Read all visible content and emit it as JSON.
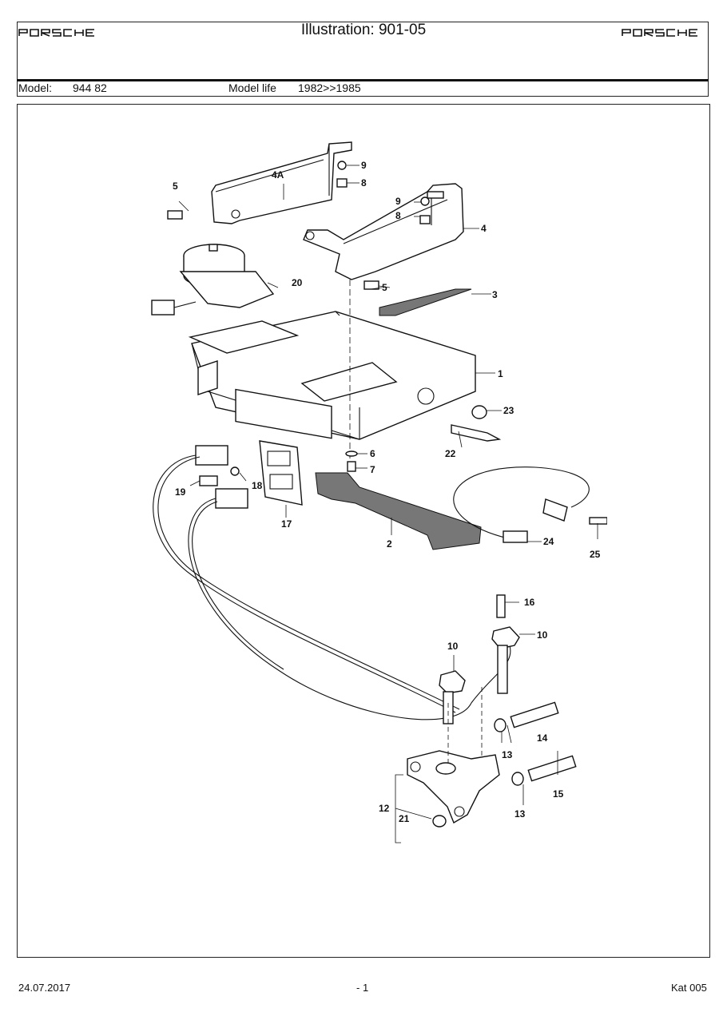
{
  "header": {
    "brand_left": "PORSCHE",
    "brand_right": "PORSCHE",
    "title": "Illustration: 901-05",
    "model_label": "Model:",
    "model_value": "944 82",
    "model_life_label": "Model life",
    "model_life_value": "1982>>1985"
  },
  "callouts": {
    "c1": "1",
    "c2": "2",
    "c3": "3",
    "c4": "4",
    "c4a": "4A",
    "c5a": "5",
    "c5b": "5",
    "c6": "6",
    "c7": "7",
    "c8a": "8",
    "c8b": "8",
    "c9a": "9",
    "c9b": "9",
    "c10a": "10",
    "c10b": "10",
    "c12": "12",
    "c13a": "13",
    "c13b": "13",
    "c14": "14",
    "c15": "15",
    "c16": "16",
    "c17": "17",
    "c18": "18",
    "c19": "19",
    "c20": "20",
    "c21": "21",
    "c22": "22",
    "c23": "23",
    "c24": "24",
    "c25": "25"
  },
  "footer": {
    "date": "24.07.2017",
    "page": "- 1",
    "catalog": "Kat 005"
  }
}
